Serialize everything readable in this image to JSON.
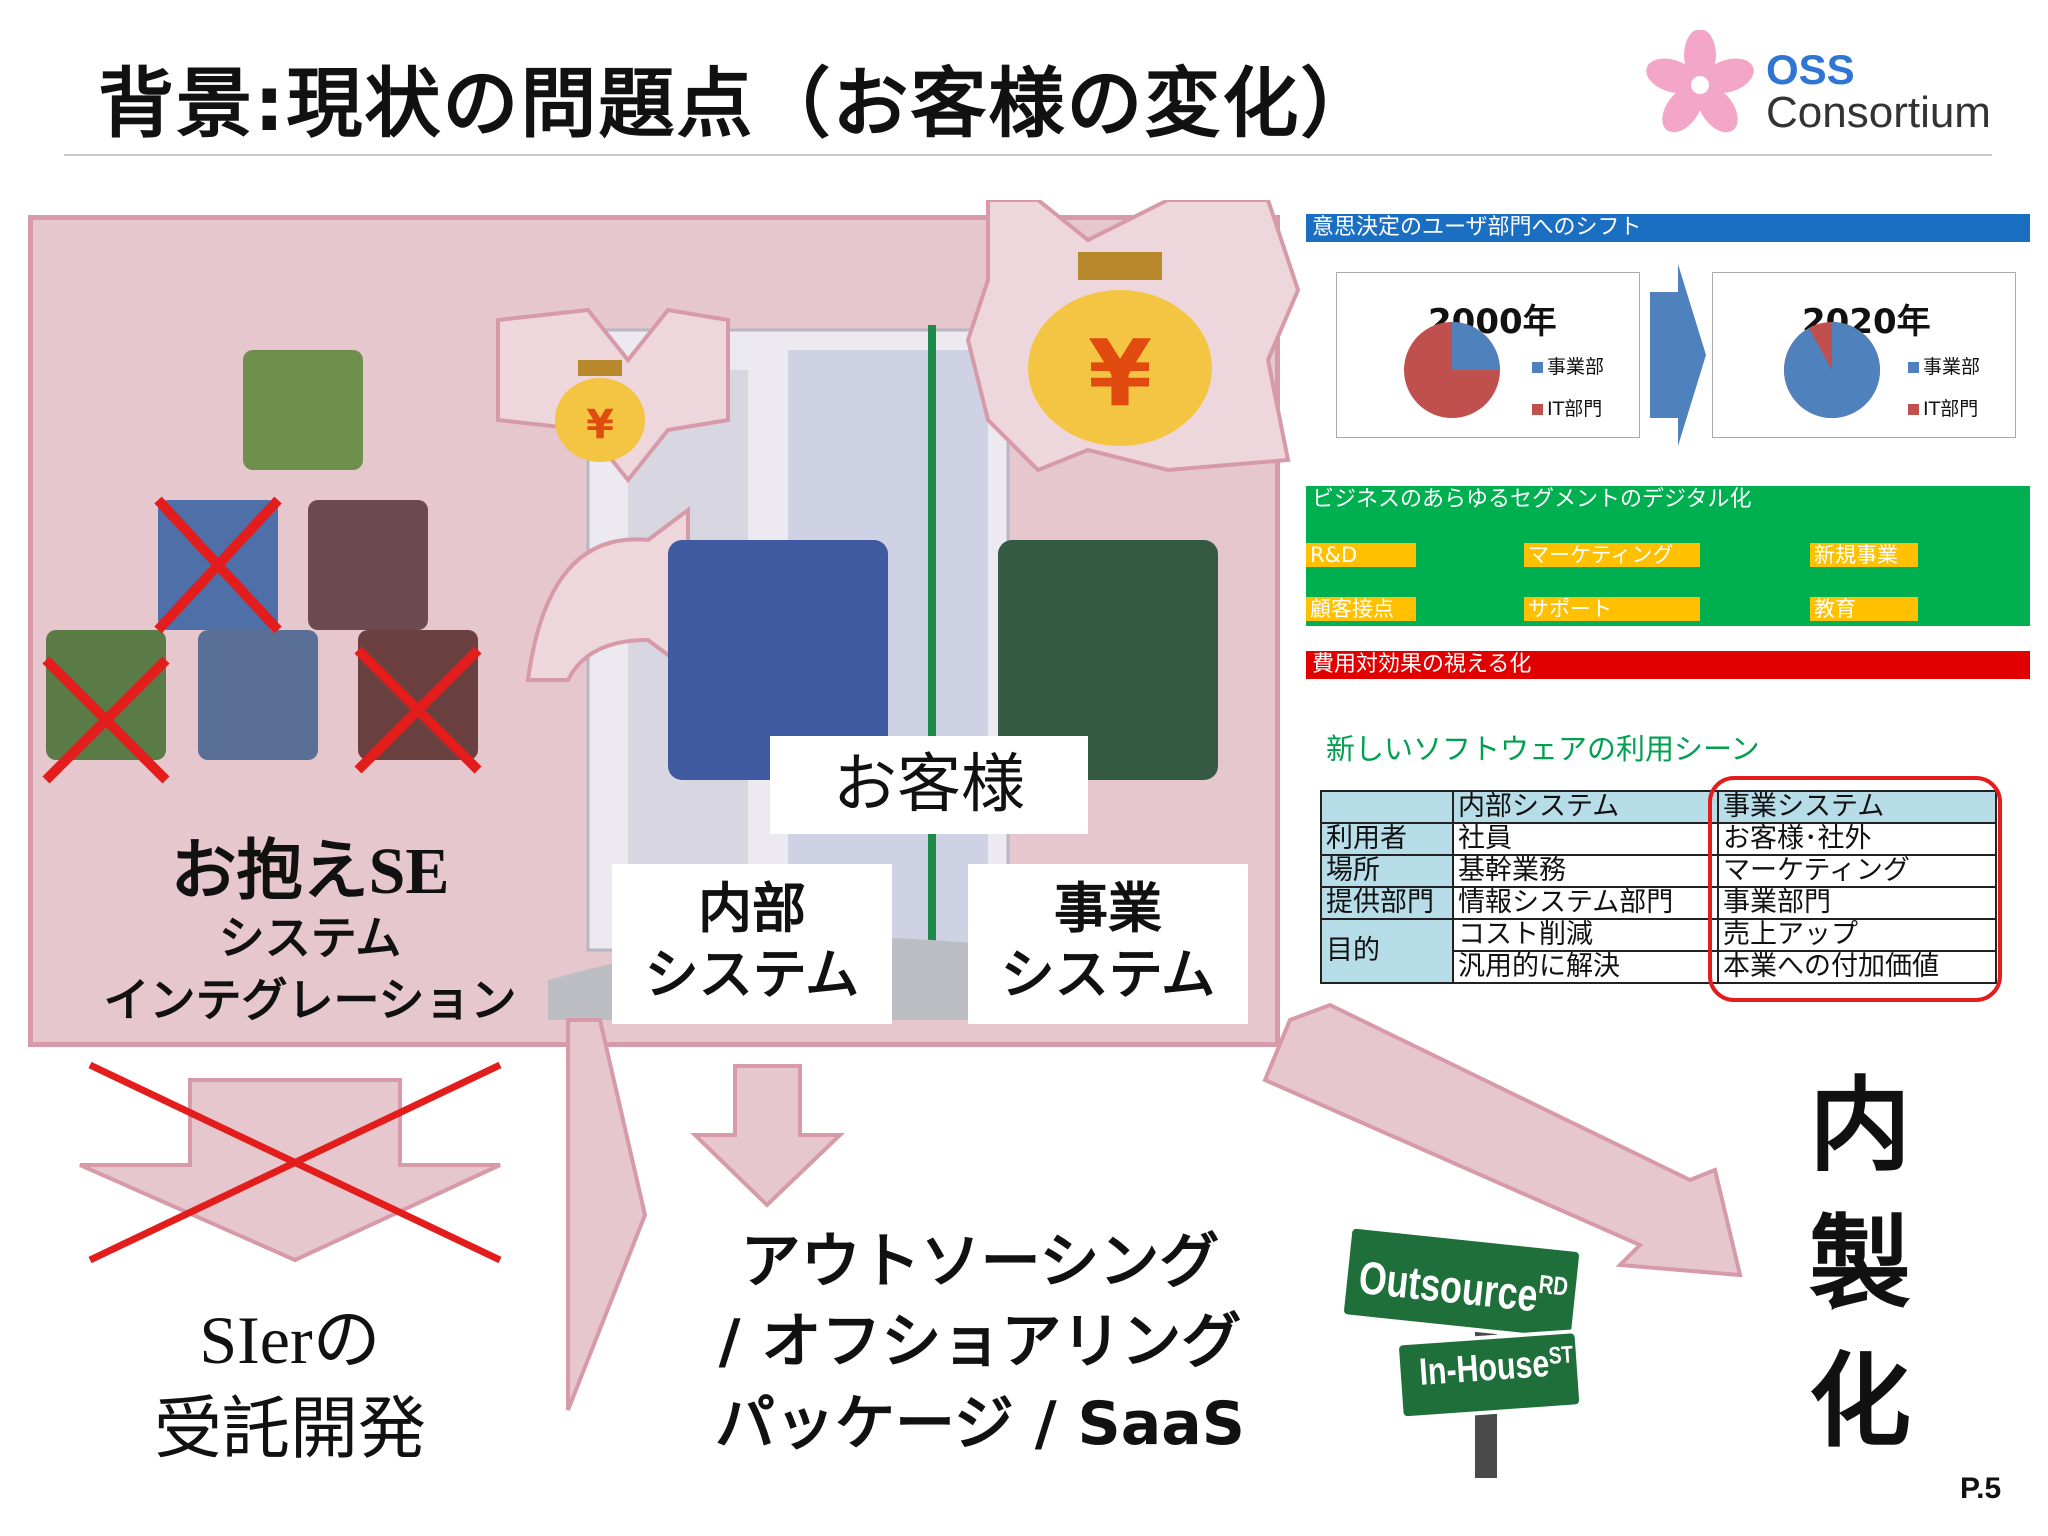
{
  "header": {
    "title": "背景:現状の問題点（お客様の変化）"
  },
  "logo": {
    "line1": "OSS",
    "line2": "Consortium",
    "petal_color": "#f4a6c8",
    "text_color": "#2e75d4"
  },
  "left_panel": {
    "heading": "お抱えSE",
    "sub1": "システム",
    "sub2": "インテグレーション",
    "customer_label": "お客様",
    "internal_system": {
      "line1": "内部",
      "line2": "システム"
    },
    "business_system": {
      "line1": "事業",
      "line2": "システム"
    }
  },
  "outcomes": {
    "sier": {
      "line1": "SIerの",
      "line2": "受託開発"
    },
    "outsourcing": {
      "line1": "アウトソーシング",
      "line2": "/ オフショアリング",
      "line3": "パッケージ / SaaS"
    },
    "inhouse": {
      "c1": "内",
      "c2": "製",
      "c3": "化"
    }
  },
  "street_sign": {
    "top": "Outsource",
    "top_suffix": "RD",
    "bottom": "In-House",
    "bottom_suffix": "ST"
  },
  "right_panel": {
    "shift_banner": "意思決定のユーザ部門へのシフト",
    "pie_2000": {
      "year": "2000年",
      "legend1": "事業部",
      "legend2": "IT部門",
      "business_share": 0.25
    },
    "pie_2020": {
      "year": "2020年",
      "legend1": "事業部",
      "legend2": "IT部門",
      "business_share": 0.92
    },
    "digital_banner": "ビジネスのあらゆるセグメントのデジタル化",
    "segments": [
      "R&D",
      "マーケティング",
      "新規事業",
      "顧客接点",
      "サポート",
      "教育"
    ],
    "cost_banner": "費用対効果の視える化",
    "new_usage_title": "新しいソフトウェアの利用シーン",
    "table": {
      "headers": [
        "",
        "内部システム",
        "事業システム"
      ],
      "rows": [
        [
          "利用者",
          "社員",
          "お客様･社外"
        ],
        [
          "場所",
          "基幹業務",
          "マーケティング"
        ],
        [
          "提供部門",
          "情報システム部門",
          "事業部門"
        ]
      ],
      "purpose_label": "目的",
      "purpose_internal": [
        "コスト削減",
        "汎用的に解決"
      ],
      "purpose_business": [
        "売上アップ",
        "本業への付加価値"
      ]
    }
  },
  "colors": {
    "blue_banner": "#1a6fc2",
    "green_banner": "#00b050",
    "red_banner": "#e00000",
    "pie_blue": "#4f81bd",
    "pie_red": "#c0504d",
    "chip": "#ffc000"
  },
  "page_number": "P.5"
}
